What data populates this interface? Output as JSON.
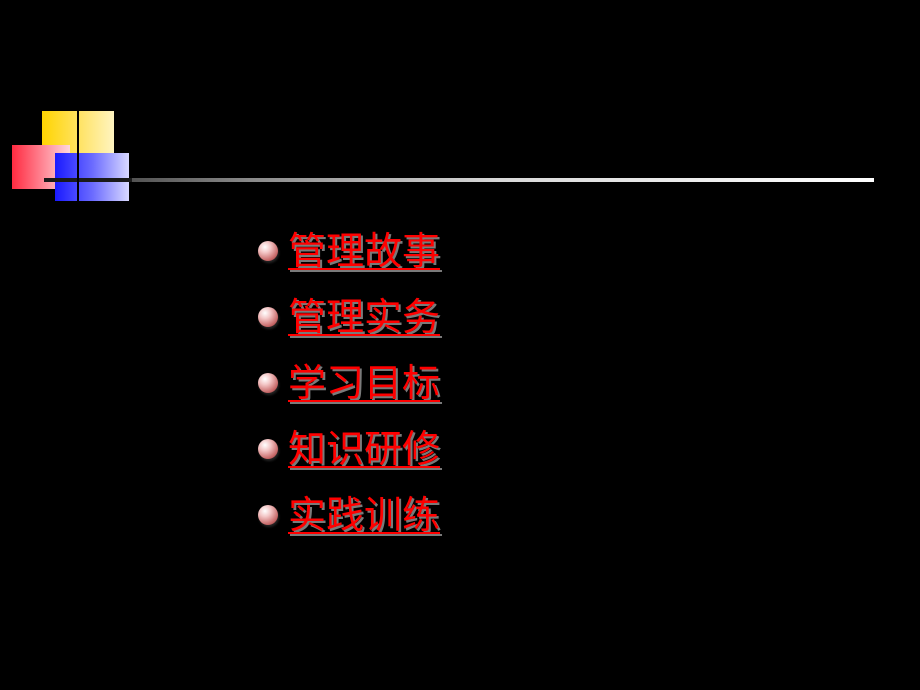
{
  "menu": {
    "items": [
      {
        "label": "管理故事"
      },
      {
        "label": "管理实务"
      },
      {
        "label": "学习目标"
      },
      {
        "label": "知识研修"
      },
      {
        "label": "实践训练"
      }
    ]
  },
  "colors": {
    "background": "#000000",
    "link": "#ff0000",
    "deco_yellow": "#ffd400",
    "deco_red": "#ff2a40",
    "deco_blue": "#1a1aff"
  },
  "icons": {
    "bullet": "sphere-bullet-icon"
  }
}
